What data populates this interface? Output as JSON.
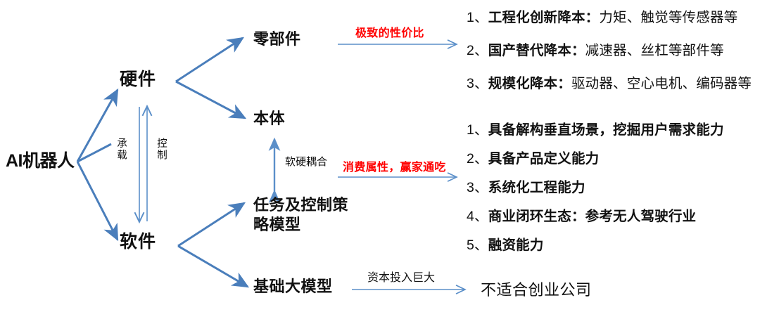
{
  "diagram": {
    "title_node": "AI机器人",
    "branches": {
      "hardware": "硬件",
      "software": "软件"
    },
    "relations": {
      "carry": "承载",
      "control": "控制",
      "coupling": "软硬耦合"
    },
    "leaves": {
      "parts": "零部件",
      "body": "本体",
      "task_policy_model": "任务及控制策略模型",
      "foundation_model": "基础大模型"
    },
    "arrow_labels": {
      "parts_red": "极致的性价比",
      "body_red": "消费属性，赢家通吃",
      "foundation_gray": "资本投入巨大"
    },
    "outcome": "不适合创业公司",
    "parts_list": [
      {
        "index": "1、",
        "bold": "工程化创新降本：",
        "rest": "力矩、触觉等传感器等"
      },
      {
        "index": "2、",
        "bold": "国产替代降本：",
        "rest": "减速器、丝杠等部件等"
      },
      {
        "index": "3、",
        "bold": "规模化降本：",
        "rest": "驱动器、空心电机、编码器等"
      }
    ],
    "capability_list": [
      {
        "index": "1、",
        "bold": "具备解构垂直场景，挖掘用户需求能力",
        "rest": ""
      },
      {
        "index": "2、",
        "bold": "具备产品定义能力",
        "rest": ""
      },
      {
        "index": "3、",
        "bold": "系统化工程能力",
        "rest": ""
      },
      {
        "index": "4、",
        "bold": "商业闭环生态：参考无人驾驶行业",
        "rest": ""
      },
      {
        "index": "5、",
        "bold": "融资能力",
        "rest": ""
      }
    ],
    "colors": {
      "arrow_blue": "#4a7ebb",
      "thin_arrow_blue": "#5b8fc9",
      "red_accent": "#ff0000",
      "text": "#111111",
      "background": "#ffffff"
    }
  }
}
